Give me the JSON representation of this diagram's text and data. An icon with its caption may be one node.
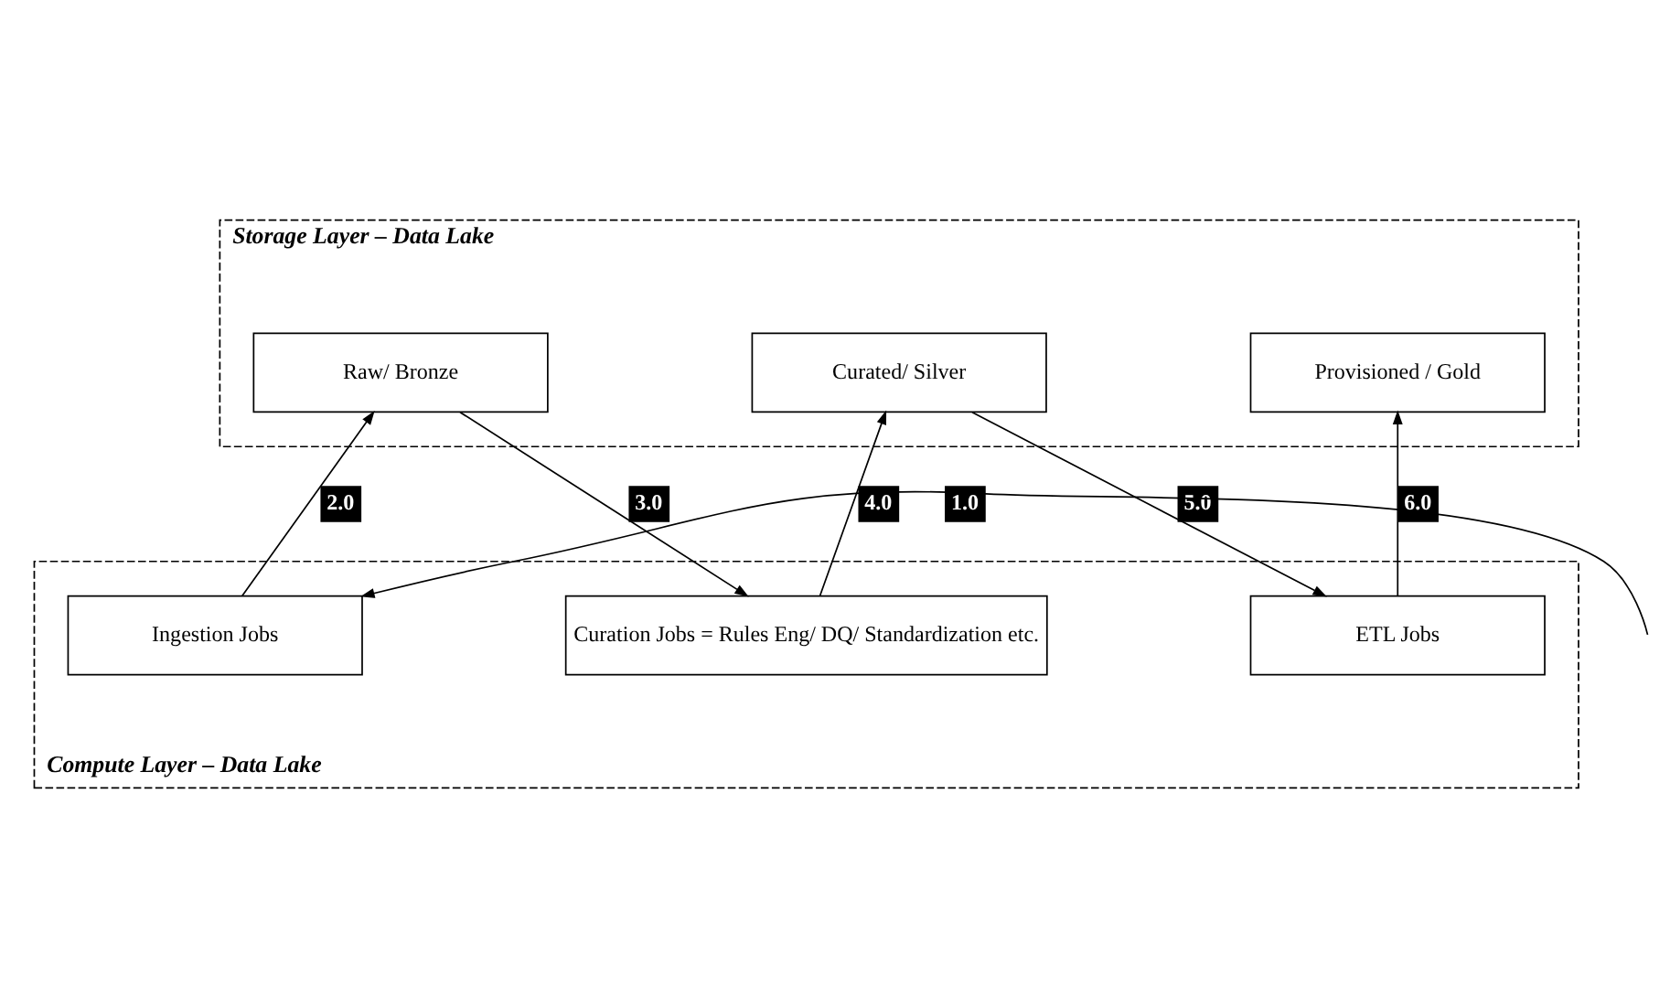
{
  "diagram": {
    "nodes": [
      {
        "text": [
          "Storage Layer – Data Lake"
        ]
      },
      {
        "text": [
          "Raw/ Bronze"
        ],
        "in": 0
      },
      {
        "text": [
          "Curated/ Silver"
        ],
        "in": 0
      },
      {
        "text": [
          "Provisioned / Gold"
        ],
        "in": 0
      },
      {
        "text": [
          "Compute Layer – Data Lake"
        ]
      },
      {
        "text": [
          "Ingestion Jobs"
        ],
        "in": 4
      },
      {
        "text": [
          "Curation Jobs = Rules Eng/ DQ/ Standardization etc."
        ],
        "in": 4
      },
      {
        "text": [
          "ETL Jobs"
        ],
        "in": 4
      }
    ],
    "edges": [
      {
        "from": null,
        "to": 5,
        "arrow": "to",
        "label": "1.0"
      },
      {
        "from": 5,
        "to": 1,
        "arrow": "to",
        "label": "2.0"
      },
      {
        "from": 1,
        "to": 6,
        "arrow": "to",
        "label": "3.0"
      },
      {
        "from": 6,
        "to": 2,
        "arrow": "to",
        "label": "4.0"
      },
      {
        "from": 2,
        "to": 7,
        "arrow": "to",
        "label": "5.0"
      },
      {
        "from": 7,
        "to": 3,
        "arrow": "to",
        "label": "6.0"
      }
    ]
  }
}
